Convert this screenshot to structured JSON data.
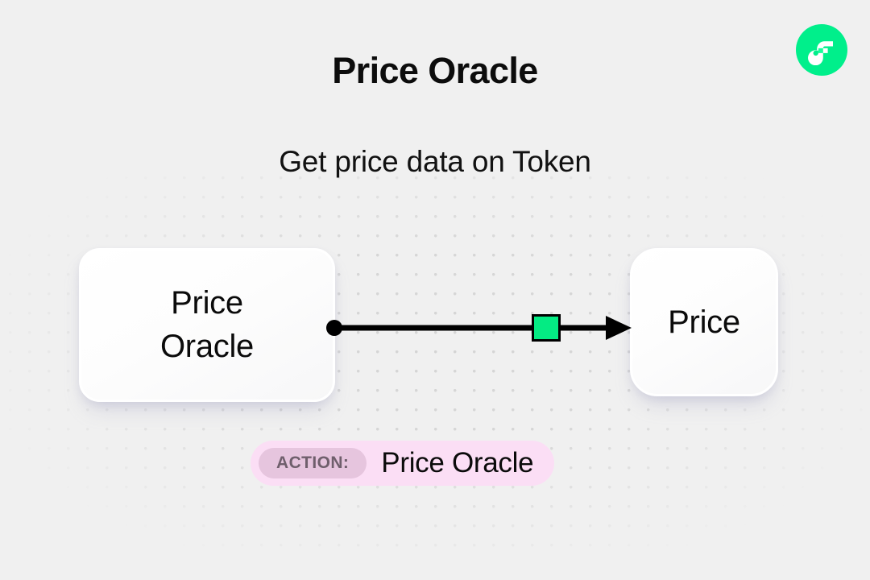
{
  "header": {
    "title": "Price Oracle",
    "subtitle": "Get price data on Token",
    "logo_icon": "flow-logo-icon",
    "logo_color": "#00ef8b"
  },
  "diagram": {
    "source_node": {
      "label": "Price\nOracle",
      "handle_icon": "connector-dot-icon"
    },
    "target_node": {
      "label": "Price",
      "handle_icon": "arrow-head-icon"
    },
    "edge": {
      "chip_icon": "edge-chip-icon",
      "chip_color": "#04eb83",
      "line_color": "#000000"
    }
  },
  "footer": {
    "action_label": "ACTION:",
    "action_value": "Price Oracle",
    "badge_color": "#fbdef5",
    "chip_color": "#e6c5de"
  }
}
